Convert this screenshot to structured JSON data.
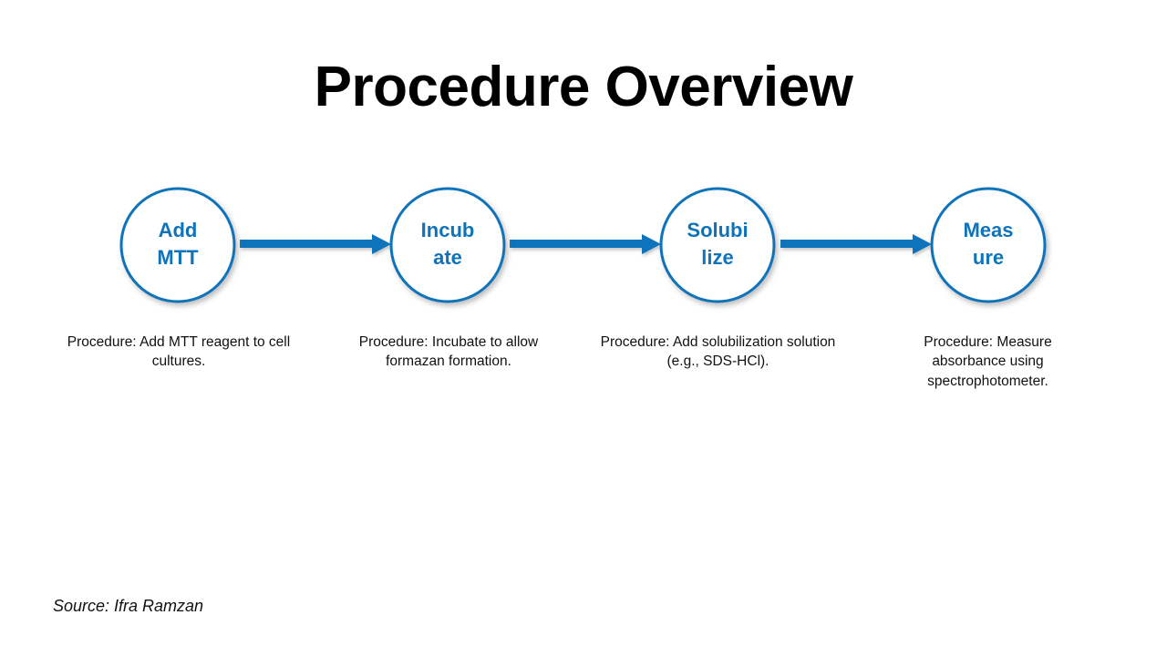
{
  "slide": {
    "title": "Procedure Overview",
    "source": "Source: Ifra Ramzan",
    "accent_color": "#0F73BA",
    "text_color": "#111111",
    "background_color": "#FFFFFF"
  },
  "flow": {
    "type": "linear-process",
    "arrow_icon": "arrow-right-icon",
    "nodes": [
      {
        "line1": "Add",
        "line2": "MTT",
        "caption": "Procedure: Add MTT reagent to cell cultures."
      },
      {
        "line1": "Incub",
        "line2": "ate",
        "caption": "Procedure: Incubate to allow formazan formation."
      },
      {
        "line1": "Solubi",
        "line2": "lize",
        "caption": "Procedure: Add solubilization solution (e.g., SDS-HCl)."
      },
      {
        "line1": "Meas",
        "line2": "ure",
        "caption": "Procedure: Measure absorbance using spectrophotometer."
      }
    ]
  }
}
